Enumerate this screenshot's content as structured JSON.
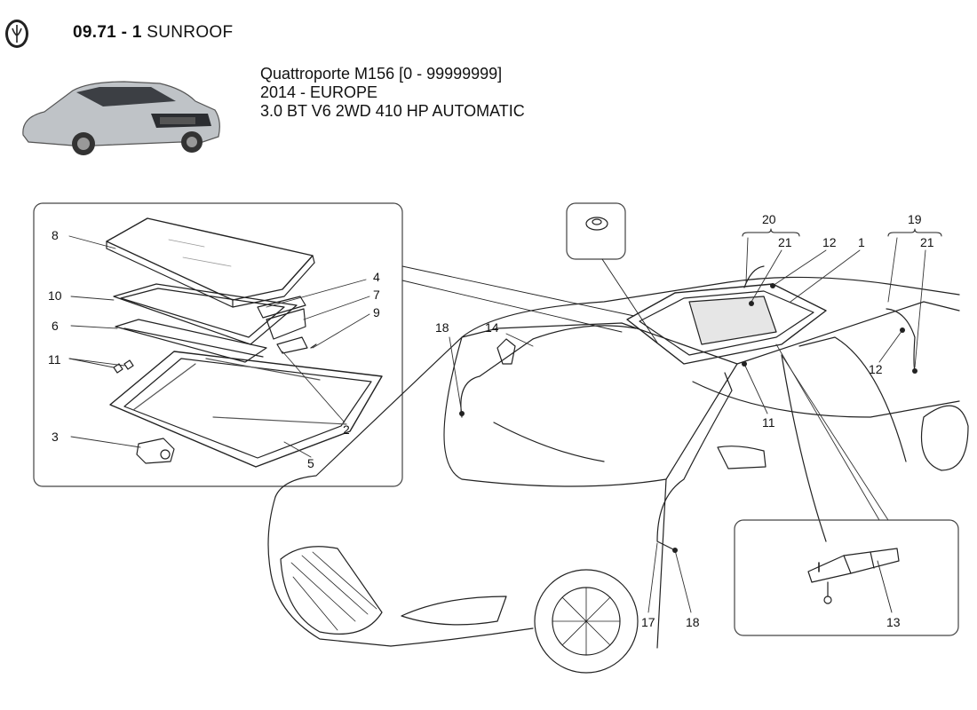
{
  "header": {
    "section_code": "09.71 - 1",
    "section_title": "SUNROOF"
  },
  "model": {
    "line1": "Quattroporte M156 [0 - 99999999]",
    "line2": "2014 - EUROPE",
    "line3": "3.0 BT V6 2WD 410 HP AUTOMATIC"
  },
  "callouts": {
    "c1": "1",
    "c2": "2",
    "c3": "3",
    "c4": "4",
    "c5": "5",
    "c6": "6",
    "c7": "7",
    "c8": "8",
    "c9": "9",
    "c10": "10",
    "c11a": "11",
    "c11b": "11",
    "c12a": "12",
    "c12b": "12",
    "c13": "13",
    "c14": "14",
    "c17": "17",
    "c18a": "18",
    "c18b": "18",
    "c19": "19",
    "c20": "20",
    "c21a": "21",
    "c21b": "21"
  }
}
